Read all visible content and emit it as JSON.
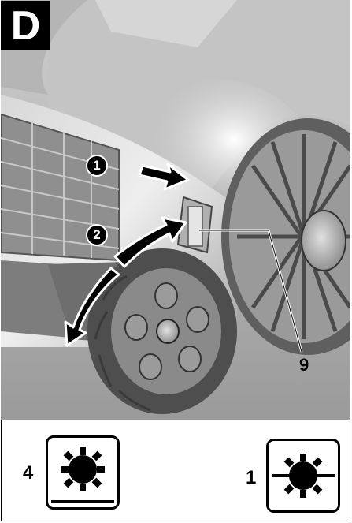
{
  "panel": {
    "letter": "D"
  },
  "steps": [
    {
      "label": "1"
    },
    {
      "label": "2"
    }
  ],
  "callouts": [
    {
      "label": "9"
    }
  ],
  "height_settings": [
    {
      "label": "4",
      "icon": "cutting-height-max-icon"
    },
    {
      "label": "1",
      "icon": "cutting-height-min-icon"
    }
  ],
  "colors": {
    "ink": "#000000",
    "paper": "#ffffff"
  }
}
